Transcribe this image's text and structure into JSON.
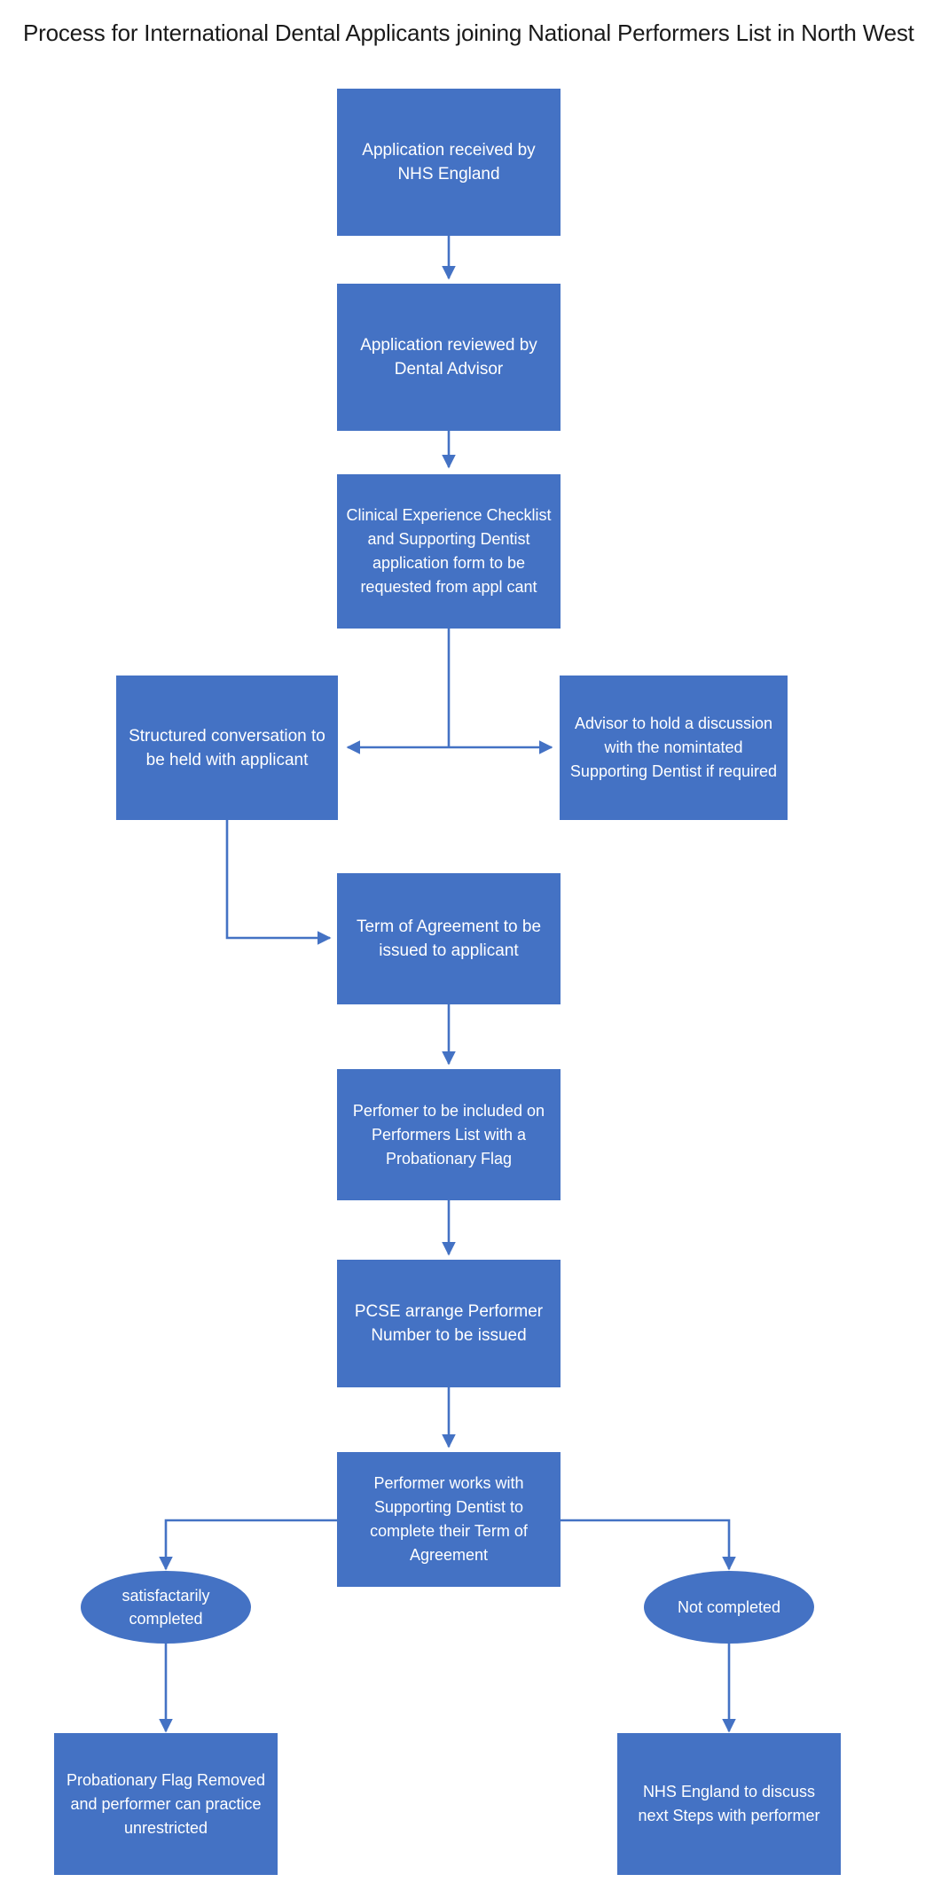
{
  "page": {
    "title": "Process for International Dental Applicants joining National Performers List in North West",
    "background_color": "#ffffff",
    "node_fill_color": "#4472C4",
    "node_text_color": "#ffffff",
    "connector_color": "#4472C4",
    "title_text_color": "#1a1a1a"
  },
  "nodes": [
    {
      "id": "application-received",
      "shape": "rectangle",
      "label": "Application received by NHS England"
    },
    {
      "id": "application-reviewed",
      "shape": "rectangle",
      "label": "Application reviewed by Dental Advisor"
    },
    {
      "id": "checklist-requested",
      "shape": "rectangle",
      "label": "Clinical Experience Checklist and Supporting Dentist application form to be requested from appl cant"
    },
    {
      "id": "structured-conversation",
      "shape": "rectangle",
      "label": "Structured conversation to be held with applicant"
    },
    {
      "id": "advisor-discussion",
      "shape": "rectangle",
      "label": "Advisor to hold a discussion with the nomintated Supporting Dentist if required"
    },
    {
      "id": "term-of-agreement",
      "shape": "rectangle",
      "label": "Term of Agreement to be issued to applicant"
    },
    {
      "id": "performer-included",
      "shape": "rectangle",
      "label": "Perfomer to be included on Performers List with a Probationary Flag"
    },
    {
      "id": "pcse-performer-number",
      "shape": "rectangle",
      "label": "PCSE arrange Performer Number to be issued"
    },
    {
      "id": "performer-works-with-dentist",
      "shape": "rectangle",
      "label": "Performer works with Supporting Dentist to complete their Term of Agreement"
    },
    {
      "id": "satisfactarily-completed",
      "shape": "ellipse",
      "label": "satisfactarily completed"
    },
    {
      "id": "not-completed",
      "shape": "ellipse",
      "label": "Not completed"
    },
    {
      "id": "flag-removed",
      "shape": "rectangle",
      "label": "Probationary Flag Removed and performer can practice unrestricted"
    },
    {
      "id": "discuss-next-steps",
      "shape": "rectangle",
      "label": "NHS England to discuss next Steps with performer"
    }
  ],
  "connectors": [
    {
      "id": "c1",
      "from": "application-received",
      "to": "application-reviewed",
      "style": "straight-down",
      "arrow": "end"
    },
    {
      "id": "c2",
      "from": "application-reviewed",
      "to": "checklist-requested",
      "style": "straight-down",
      "arrow": "end"
    },
    {
      "id": "c3",
      "from": "checklist-requested",
      "to": "structured-conversation",
      "style": "down-then-left",
      "arrow": "end"
    },
    {
      "id": "c4",
      "from": "checklist-requested",
      "to": "advisor-discussion",
      "style": "down-then-right",
      "arrow": "end"
    },
    {
      "id": "c5",
      "from": "structured-conversation",
      "to": "term-of-agreement",
      "style": "down-then-right-elbow",
      "arrow": "end"
    },
    {
      "id": "c6",
      "from": "term-of-agreement",
      "to": "performer-included",
      "style": "straight-down",
      "arrow": "end"
    },
    {
      "id": "c7",
      "from": "performer-included",
      "to": "pcse-performer-number",
      "style": "straight-down",
      "arrow": "end"
    },
    {
      "id": "c8",
      "from": "pcse-performer-number",
      "to": "performer-works-with-dentist",
      "style": "straight-down",
      "arrow": "end"
    },
    {
      "id": "c9",
      "from": "performer-works-with-dentist",
      "to": "satisfactarily-completed",
      "style": "left-then-down",
      "arrow": "end"
    },
    {
      "id": "c10",
      "from": "performer-works-with-dentist",
      "to": "not-completed",
      "style": "right-then-down",
      "arrow": "end"
    },
    {
      "id": "c11",
      "from": "satisfactarily-completed",
      "to": "flag-removed",
      "style": "straight-down",
      "arrow": "end"
    },
    {
      "id": "c12",
      "from": "not-completed",
      "to": "discuss-next-steps",
      "style": "straight-down",
      "arrow": "end"
    }
  ]
}
